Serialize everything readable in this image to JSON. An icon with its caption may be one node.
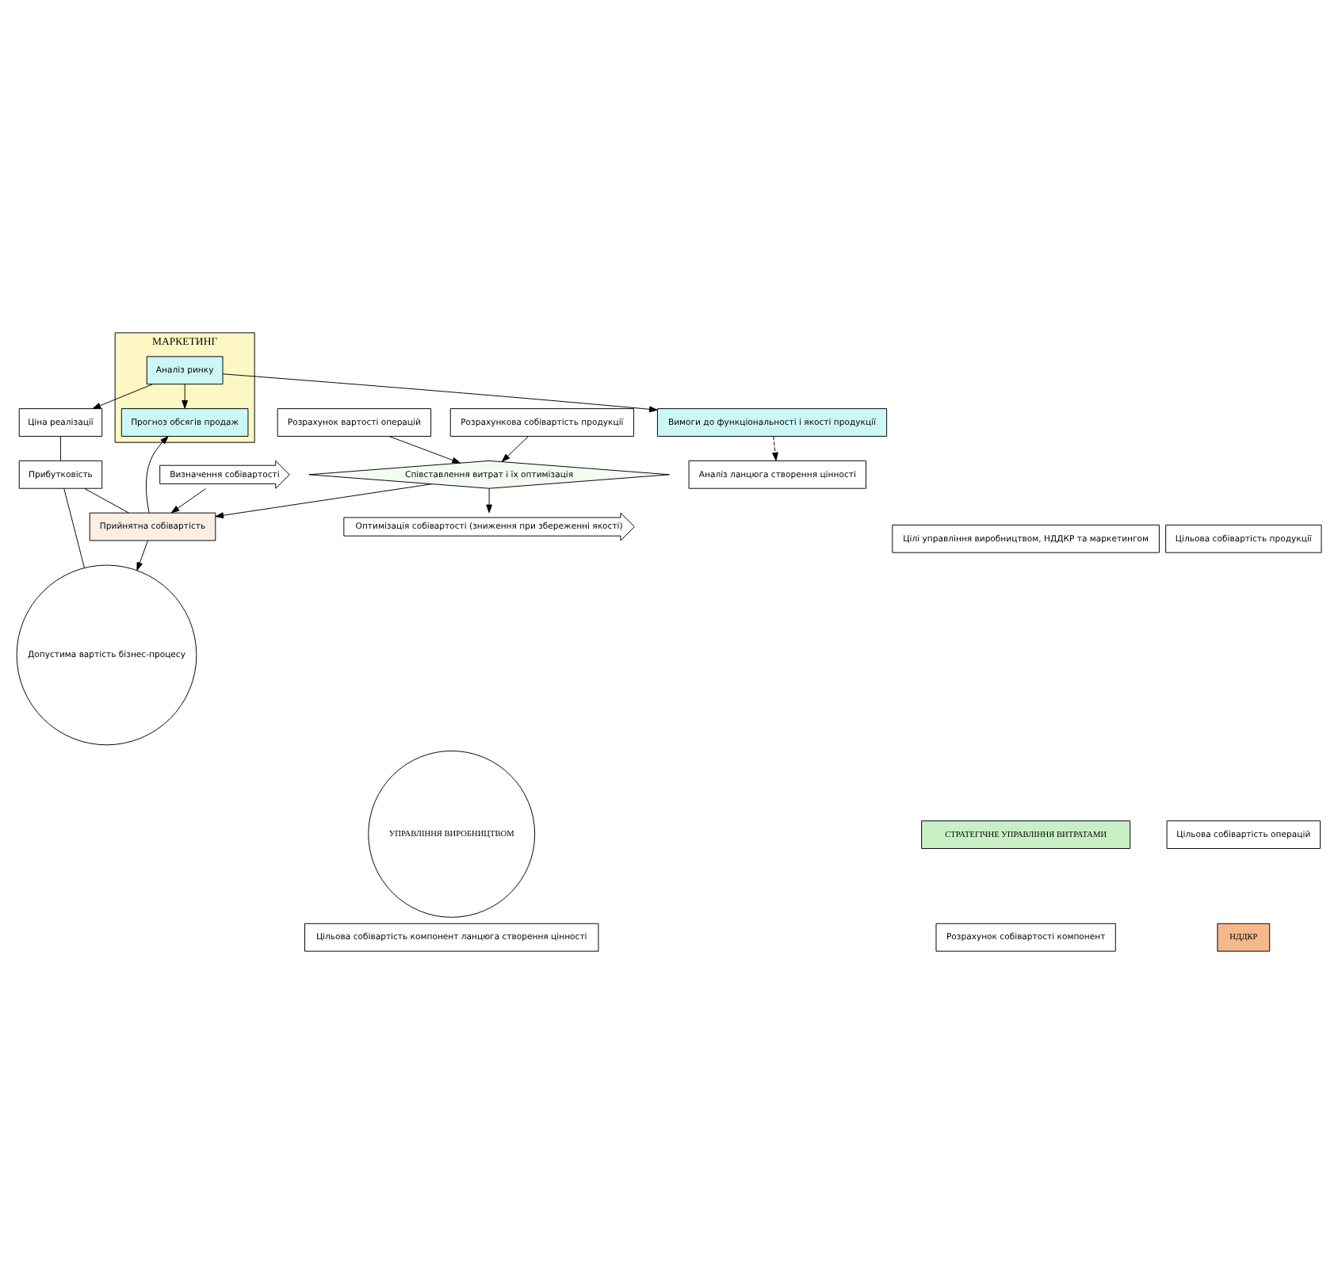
{
  "diagram": {
    "nodes": [
      {
        "text": [
          "НДДКР"
        ]
      },
      {
        "text": [
          "МАРКЕТИНГ"
        ]
      },
      {
        "text": [
          "Аналіз ринку"
        ],
        "in": 1
      },
      {
        "text": [
          "Прогноз обсягів продаж"
        ],
        "in": 1
      },
      {
        "text": [
          "Ціна реалізації"
        ]
      },
      {
        "text": [
          "Прибутковість"
        ]
      },
      {
        "text": [
          "Прийнятна собівартість"
        ]
      },
      {
        "text": [
          "УПРАВЛІННЯ ВИРОБНИЦТВОМ"
        ]
      },
      {
        "text": [
          "Допустима вартість бізнес-процесу"
        ]
      },
      {
        "text": [
          "Вимоги до функціональності і якості продукції"
        ]
      },
      {
        "text": [
          "СТРАТЕГІЧНЕ УПРАВЛІННЯ ВИТРАТАМИ"
        ]
      },
      {
        "text": [
          "Визначення собівартості"
        ]
      },
      {
        "text": [
          "Аналіз ланцюга створення цінності"
        ]
      },
      {
        "text": [
          "Розрахунок собівартості компонент"
        ]
      },
      {
        "text": [
          "Розрахунок вартості операцій"
        ]
      },
      {
        "text": [
          "Розрахункова собівартість продукції"
        ]
      },
      {
        "text": [
          "Співставлення витрат і їх оптимізація"
        ]
      },
      {
        "text": [
          "Оптимізація собівартості (зниження при збереженні якості)"
        ]
      },
      {
        "text": [
          "Цільова собівартість продукції"
        ]
      },
      {
        "text": [
          "Цільова собівартість операцій"
        ]
      },
      {
        "text": [
          "Цільова собівартість компонент ланцюга створення цінності"
        ]
      },
      {
        "text": [
          "Цілі управління виробництвом, НДДКР та маркетингом"
        ]
      }
    ],
    "edges": [
      {
        "from": 2,
        "to": 4,
        "arrow": "to"
      },
      {
        "from": 2,
        "to": 3,
        "arrow": "to"
      },
      {
        "from": 2,
        "to": 9,
        "arrow": "to"
      },
      {
        "from": 4,
        "to": 5,
        "arrow": "none"
      },
      {
        "from": 5,
        "to": 6,
        "arrow": "none"
      },
      {
        "from": 6,
        "to": 3,
        "arrow": "to"
      },
      {
        "from": 6,
        "to": 8,
        "arrow": "to"
      },
      {
        "from": 5,
        "to": 8,
        "arrow": "none"
      },
      {
        "from": 11,
        "to": 6,
        "arrow": "to"
      },
      {
        "from": 16,
        "to": 6,
        "arrow": "to"
      },
      {
        "from": 14,
        "to": 16,
        "arrow": "to"
      },
      {
        "from": 15,
        "to": 16,
        "arrow": "to"
      },
      {
        "from": 16,
        "to": 17,
        "arrow": "to"
      },
      {
        "from": 9,
        "to": 12,
        "arrow": "to",
        "style": "dashed"
      }
    ]
  }
}
